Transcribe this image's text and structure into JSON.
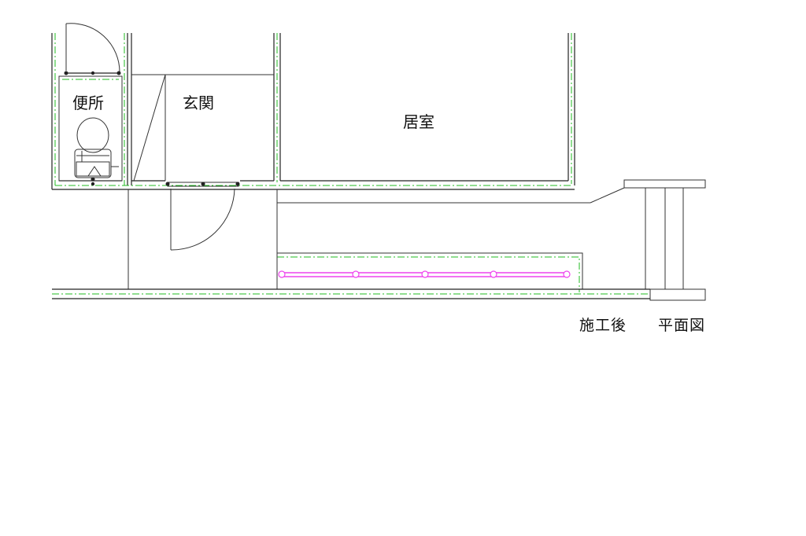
{
  "rooms": {
    "toilet": "便所",
    "entrance": "玄関",
    "living": "居室"
  },
  "caption": {
    "phase": "施工後",
    "type": "平面図"
  },
  "colors": {
    "wall": "#222222",
    "guide_line": "#22bb22",
    "handrail": "#ee44ee"
  },
  "icons": [
    "toilet-icon",
    "handrail-icon",
    "door-swing-icon"
  ]
}
